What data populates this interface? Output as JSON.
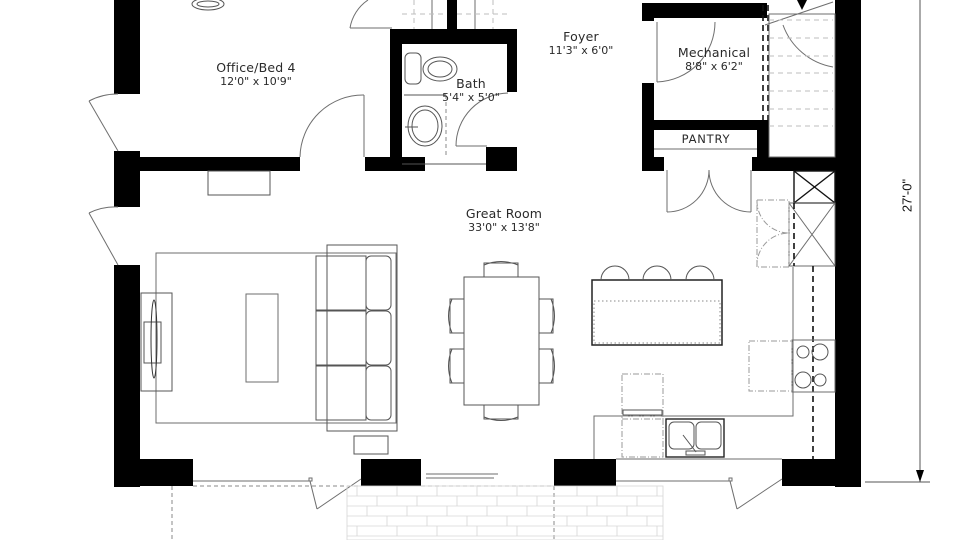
{
  "plan": {
    "type": "floor-plan",
    "rooms": [
      {
        "id": "office",
        "name": "Office/Bed 4",
        "dimensions": "12'0\" x 10'9\""
      },
      {
        "id": "bath",
        "name": "Bath",
        "dimensions": "5'4\" x 5'0\""
      },
      {
        "id": "foyer",
        "name": "Foyer",
        "dimensions": "11'3\" x 6'0\""
      },
      {
        "id": "mechanical",
        "name": "Mechanical",
        "dimensions": "8'8\" x 6'2\""
      },
      {
        "id": "pantry",
        "name": "PANTRY"
      },
      {
        "id": "great_room",
        "name": "Great Room",
        "dimensions": "33'0\" x 13'8\""
      }
    ],
    "overall_dimension": {
      "orientation": "vertical",
      "value": "27'-0\""
    },
    "fixtures": [
      "toilet",
      "sink",
      "sofa",
      "tv-console",
      "coffee-table",
      "area-rug",
      "dining-table",
      "dining-chairs",
      "kitchen-island",
      "bar-stools",
      "double-sink",
      "cooktop",
      "refrigerator",
      "dishwasher",
      "staircase",
      "patio-pavers"
    ],
    "colors": {
      "walls": "#000000",
      "lines": "#6e6e6e",
      "background": "#ffffff",
      "text": "#2a2a2a"
    }
  }
}
